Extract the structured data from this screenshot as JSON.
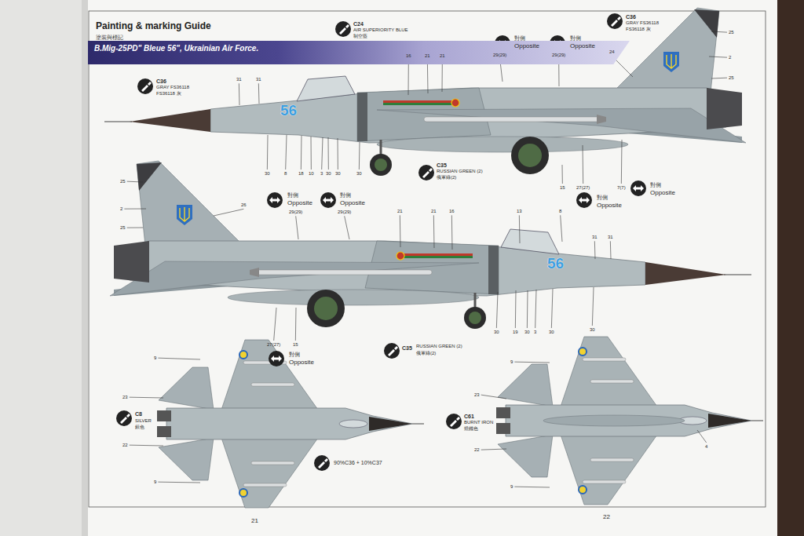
{
  "diagram": {
    "title": "Painting & marking Guide",
    "nodes": [
      {
        "text": [
          "B.Mig-25PD\" Bleue 56\", Ukrainian Air Force."
        ]
      }
    ],
    "labels": [
      "塗裝與標記",
      "C24",
      "AIR SUPERIORITY BLUE",
      "制空藍",
      "C36",
      "GRAY FS36118",
      "FS36118 灰",
      "C36",
      "GRAY FS36118",
      "FS36118 灰",
      "對側",
      "Opposite",
      "29(29)",
      "對側",
      "Opposite",
      "29(29)",
      "16",
      "21",
      "21",
      "24",
      "25",
      "2",
      "25",
      "31",
      "31",
      "56",
      "30",
      "8",
      "18",
      "10",
      "3",
      "30",
      "30",
      "30",
      "C35",
      "RUSSIAN GREEN (2)",
      "俄軍綠(2)",
      "15",
      "27(27)",
      "7(7)",
      "對側",
      "Opposite",
      "對側",
      "Opposite",
      "25",
      "2",
      "25",
      "26",
      "對側",
      "Opposite",
      "29(29)",
      "對側",
      "Opposite",
      "29(29)",
      "21",
      "21",
      "16",
      "13",
      "8",
      "31",
      "31",
      "56",
      "27(27)",
      "15",
      "對側",
      "Opposite",
      "30",
      "19",
      "30",
      "3",
      "30",
      "30",
      "C35",
      "RUSSIAN GREEN (2)",
      "俄軍綠(2)",
      "9",
      "23",
      "22",
      "9",
      "C8",
      "SILVER",
      "銀色",
      "90%C36 + 10%C37",
      "9",
      "23",
      "22",
      "9",
      "4",
      "C61",
      "BURNT IRON",
      "燒鐵色",
      "21",
      "22"
    ]
  }
}
